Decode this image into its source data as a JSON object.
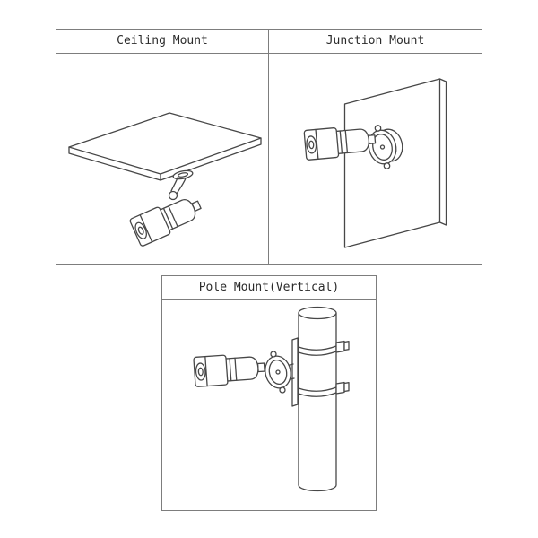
{
  "page": {
    "background": "#ffffff",
    "description_title": ""
  },
  "colors": {
    "border": "#7d7d7d",
    "line": "#474747",
    "text": "#2b2b2b"
  },
  "panels": [
    {
      "key": "ceiling",
      "title": "Ceiling Mount"
    },
    {
      "key": "junction",
      "title": "Junction Mount"
    },
    {
      "key": "pole",
      "title": "Pole Mount(Vertical)"
    }
  ]
}
